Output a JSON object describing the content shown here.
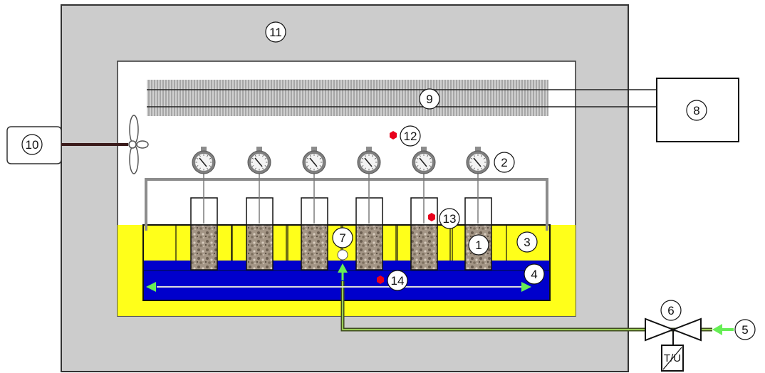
{
  "callouts": {
    "c1": "1",
    "c2": "2",
    "c3": "3",
    "c4": "4",
    "c5": "5",
    "c6": "6",
    "c7": "7",
    "c8": "8",
    "c9": "9",
    "c10": "10",
    "c11": "11",
    "c12": "12",
    "c13": "13",
    "c14": "14"
  },
  "valve_actuator_label": "T/U",
  "colors": {
    "chamber_wall": "#cccccc",
    "chamber_outline": "#333333",
    "yellow_tank": "#ffff1a",
    "blue_water": "#0000cc",
    "green_flow": "#66ee55",
    "green_pipe": "#556b2f",
    "sensor_red": "#e8001c",
    "frame_gray": "#8c8c8c",
    "soil": "#8a7d6d"
  },
  "icons": {
    "fan": "fan-icon",
    "gauge": "dial-gauge-icon",
    "valve": "solenoid-valve-icon",
    "sensor": "temperature-sensor-icon",
    "heater": "heating-element-icon"
  },
  "samples_count_shown": 6
}
